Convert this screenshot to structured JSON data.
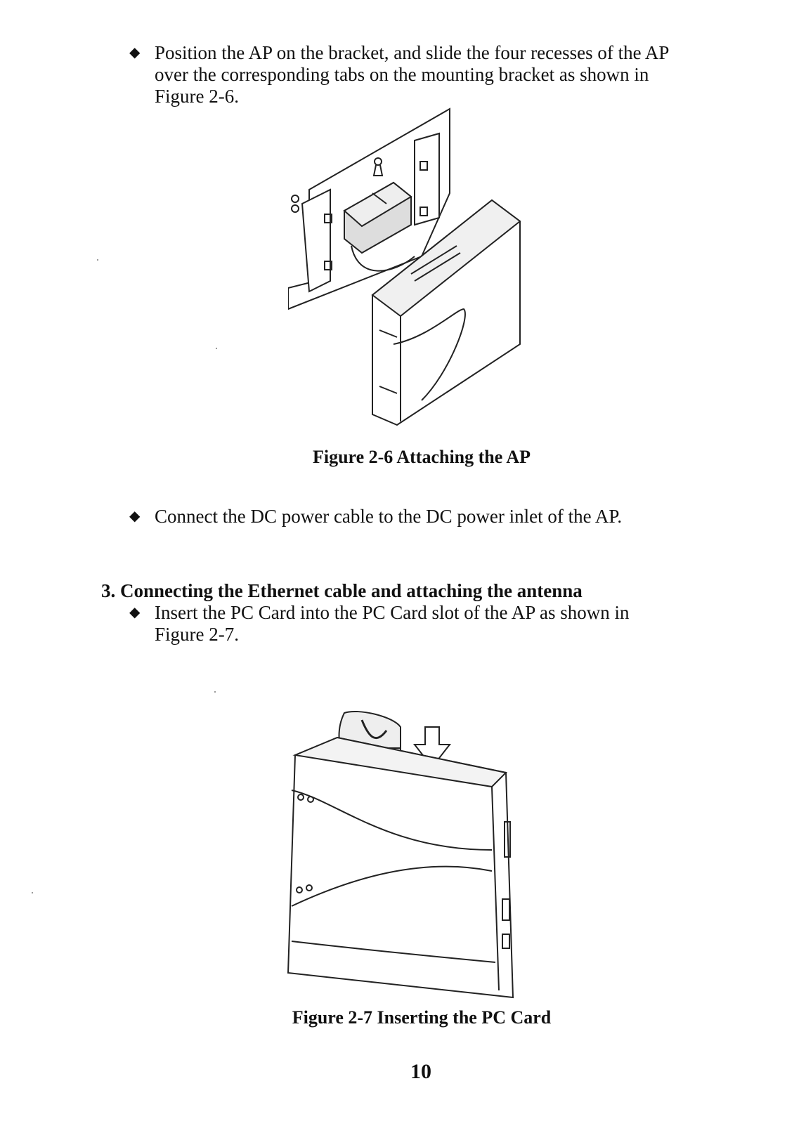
{
  "bullet_glyph": "◆",
  "para1": {
    "line1": "Position the AP on the bracket, and slide the four recesses of the AP",
    "line2": "over the corresponding tabs on the mounting bracket as shown in",
    "line3": "Figure 2-6."
  },
  "figure1": {
    "caption": "Figure 2-6 Attaching the AP",
    "illustration": "ap-on-wall-bracket"
  },
  "para2": {
    "text": "Connect the DC power cable to the DC power inlet of the AP."
  },
  "section3": {
    "heading": "3. Connecting the Ethernet cable and attaching the antenna",
    "line1": "Insert the PC Card into the PC Card slot of the AP as shown in",
    "line2": "Figure 2-7."
  },
  "figure2": {
    "caption": "Figure 2-7 Inserting the PC Card",
    "illustration": "pc-card-insertion"
  },
  "page_number": "10"
}
